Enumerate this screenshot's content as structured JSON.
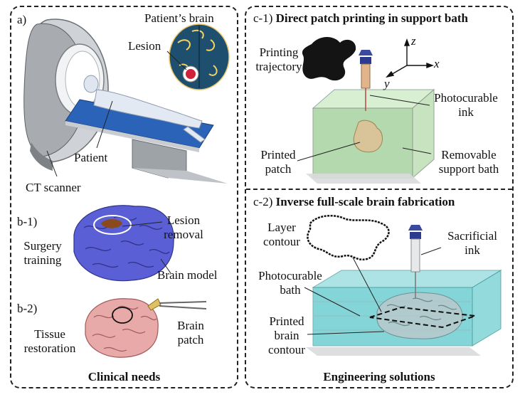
{
  "left": {
    "section_a": {
      "tag": "a)",
      "labels": {
        "brain": "Patient’s brain",
        "lesion": "Lesion",
        "patient": "Patient",
        "ct": "CT scanner"
      }
    },
    "section_b1": {
      "tag": "b-1)",
      "labels": {
        "surgery_l1": "Surgery",
        "surgery_l2": "training",
        "lesion_l1": "Lesion",
        "lesion_l2": "removal",
        "model": "Brain model"
      }
    },
    "section_b2": {
      "tag": "b-2)",
      "labels": {
        "tissue_l1": "Tissue",
        "tissue_l2": "restoration",
        "patch_l1": "Brain",
        "patch_l2": "patch"
      }
    },
    "footer": "Clinical needs"
  },
  "right": {
    "section_c1": {
      "tag": "c-1)",
      "title": "Direct patch printing in support bath",
      "labels": {
        "traj_l1": "Printing",
        "traj_l2": "trajectory",
        "ink_l1": "Photocurable",
        "ink_l2": "ink",
        "patch_l1": "Printed",
        "patch_l2": "patch",
        "bath_l1": "Removable",
        "bath_l2": "support bath"
      },
      "axes": {
        "z": "z",
        "x": "x",
        "y": "y"
      }
    },
    "section_c2": {
      "tag": "c-2)",
      "title": "Inverse full-scale brain fabrication",
      "labels": {
        "layer_l1": "Layer",
        "layer_l2": "contour",
        "sac_l1": "Sacrificial",
        "sac_l2": "ink",
        "bath_l1": "Photocurable",
        "bath_l2": "bath",
        "brain_l1": "Printed",
        "brain_l2": "brain",
        "brain_l3": "contour"
      }
    },
    "footer": "Engineering solutions"
  },
  "colors": {
    "brain_model": "#5a5fd6",
    "brain_patch_tissue": "#e8a9a9",
    "support_bath": "#a8d3a0",
    "photocurable_bath": "#5cc7cc",
    "nozzle_cap": "#2b3a8f",
    "printed_patch": "#d9c49a"
  }
}
